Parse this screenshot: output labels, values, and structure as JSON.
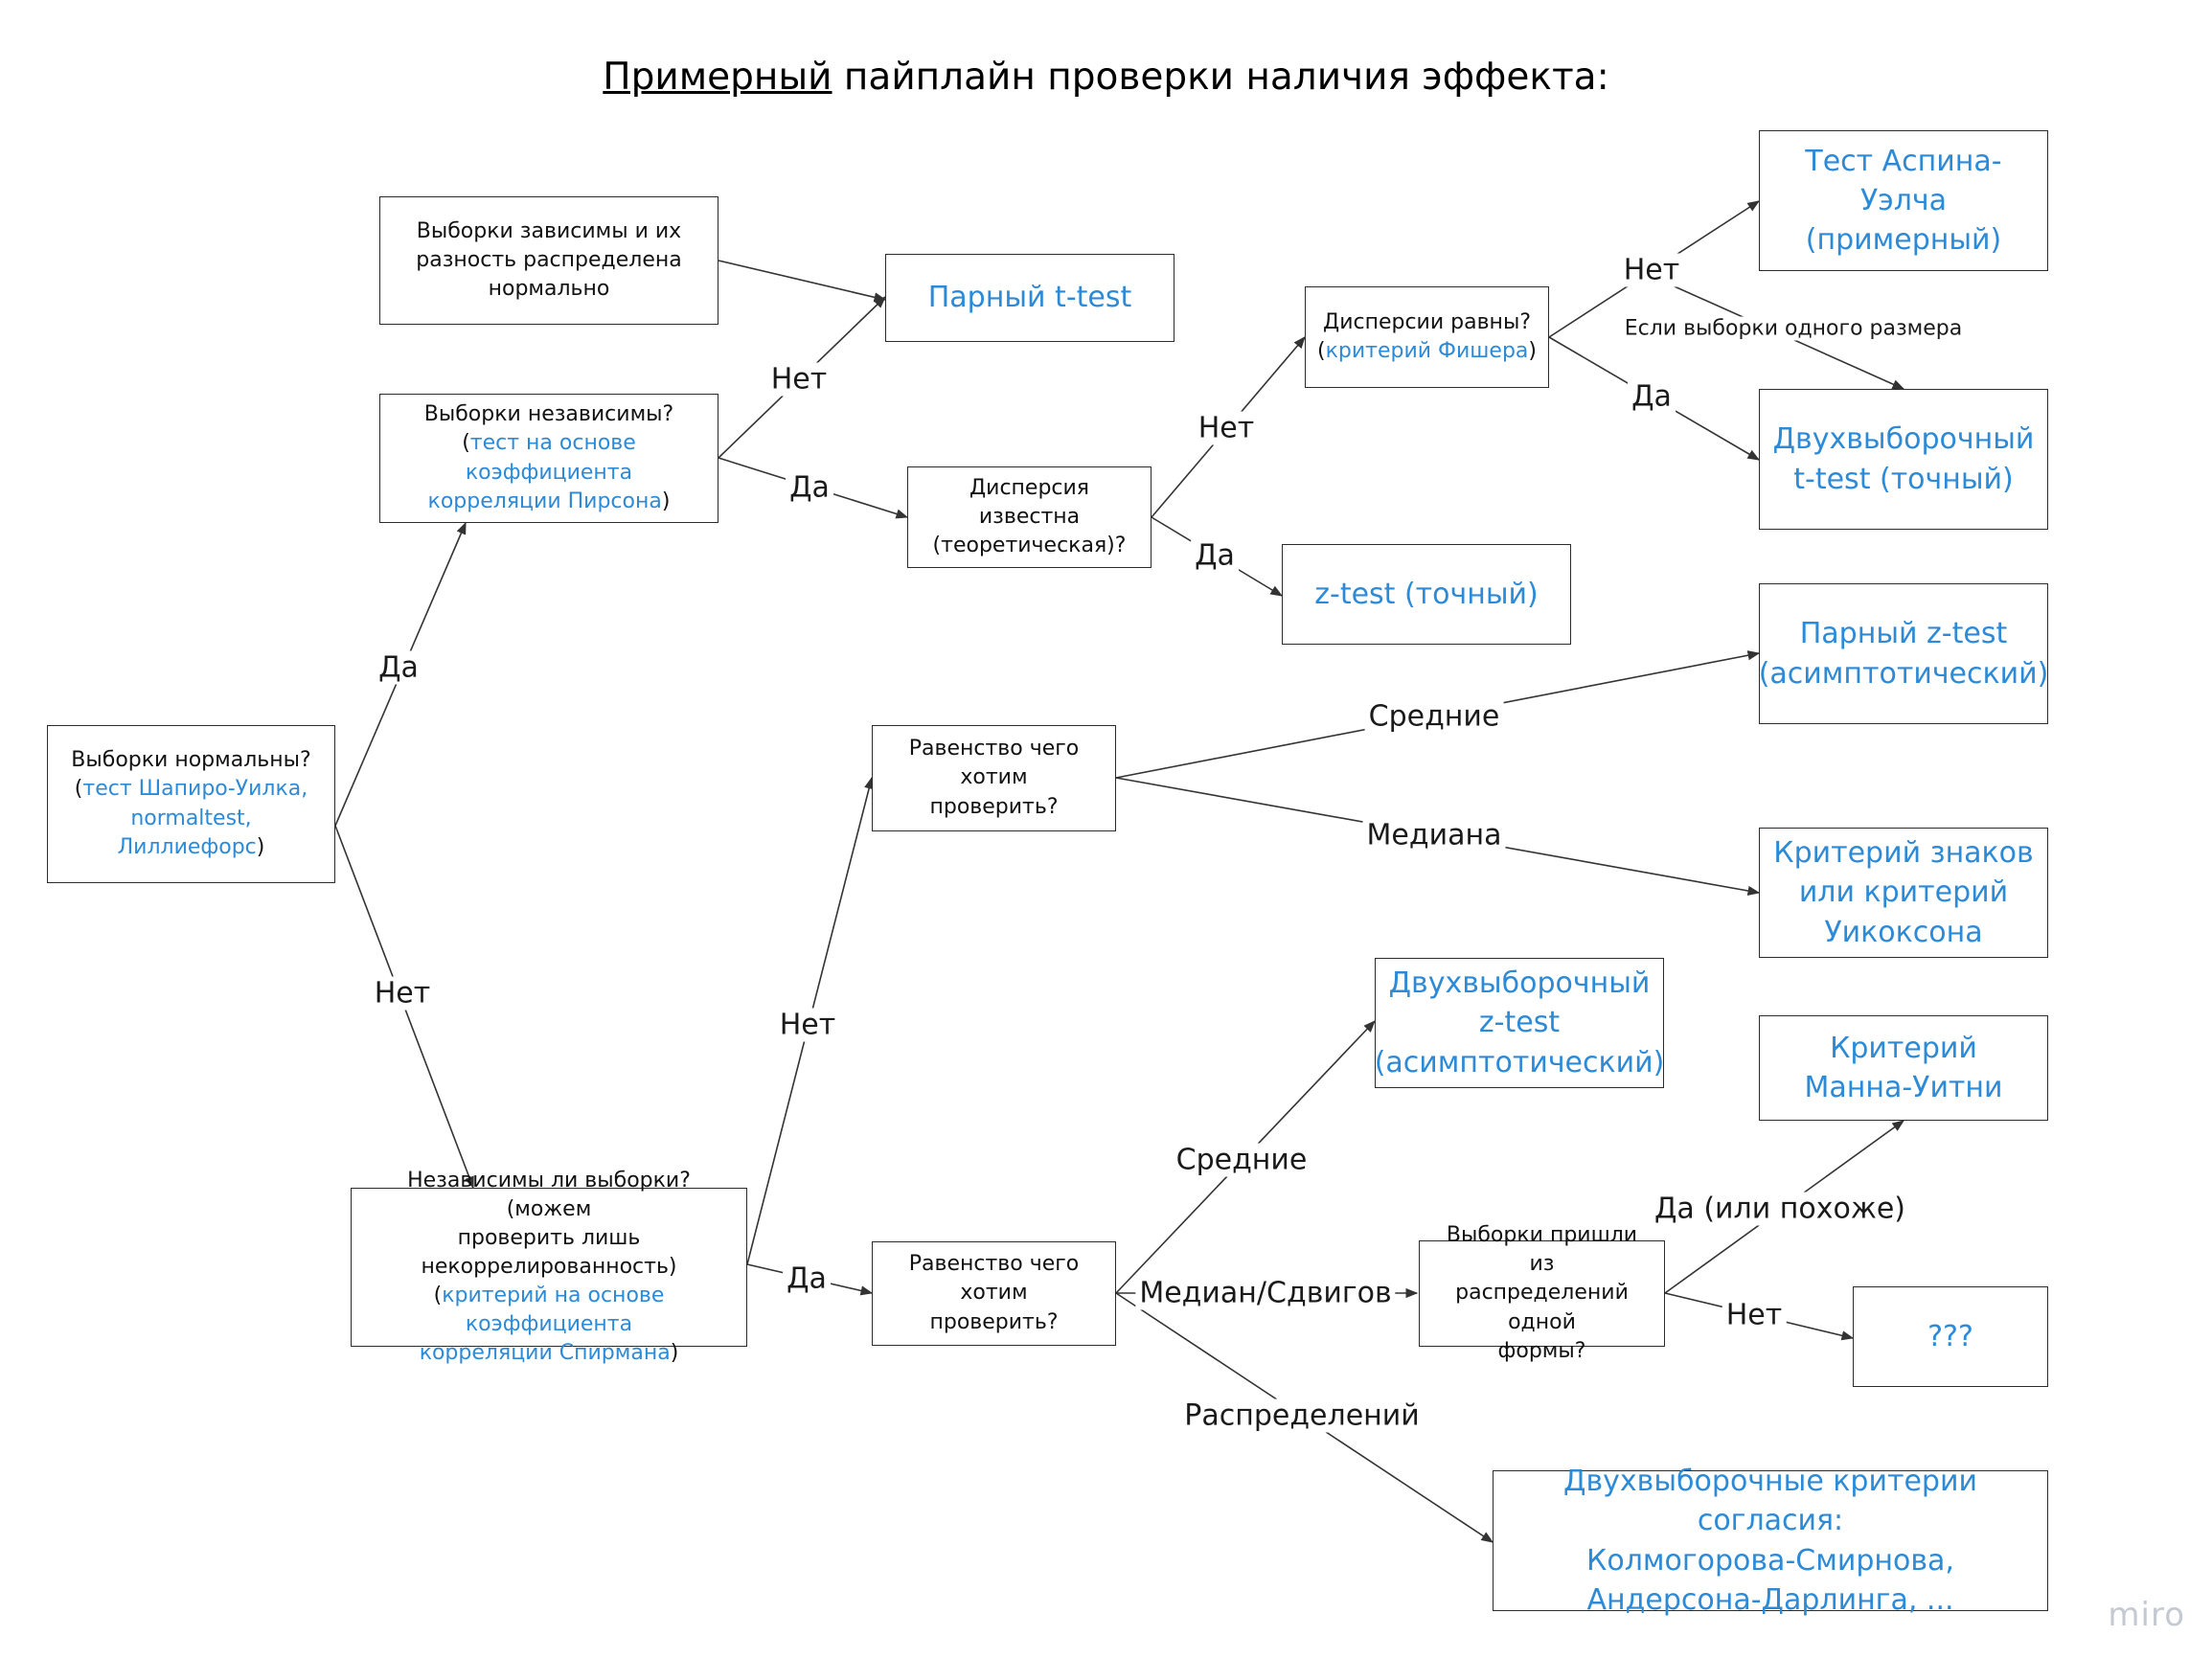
{
  "title": {
    "underlined": "Примерный",
    "rest": " пайплайн проверки наличия эффекта:"
  },
  "nodes": {
    "normal": {
      "text": "Выборки нормальны?",
      "open": "(",
      "link": "тест Шапиро-Уилка,\nnormaltest, Лиллиефорс",
      "close": ")"
    },
    "dependent_normal": {
      "text": "Выборки зависимы и их\nразность распределена\nнормально"
    },
    "independent": {
      "text": "Выборки независимы?",
      "open": "(",
      "link": "тест на основе коэффициента\nкорреляции Пирсона",
      "close": ")"
    },
    "paired_t": {
      "text": "Парный t-test"
    },
    "variance_known": {
      "text": "Дисперсия известна\n(теоретическая)?"
    },
    "variances_equal": {
      "text": "Дисперсии равны?",
      "open": "(",
      "link": "критерий Фишера",
      "close": ")"
    },
    "welch": {
      "text": "Тест Аспина-Уэлча\n(примерный)"
    },
    "two_sample_t": {
      "text": "Двухвыборочный\nt-test (точный)"
    },
    "z_test": {
      "text": "z-test (точный)"
    },
    "paired_z": {
      "text": "Парный z-test\n(асимптотический)"
    },
    "sign_wilcoxon": {
      "text": "Критерий знаков\nили критерий\nУикоксона"
    },
    "equality_paired": {
      "text": "Равенство чего хотим\nпроверить?"
    },
    "two_sample_z": {
      "text": "Двухвыборочный\nz-test\n(асимптотический)"
    },
    "mann_whitney": {
      "text": "Критерий\nМанна-Уитни"
    },
    "independent_nonnormal": {
      "text": "Независимы ли выборки? (можем\nпроверить лишь\nнекоррелированность)",
      "open": "(",
      "link": "критерий на основе коэффициента\nкорреляции Спирмана",
      "close": ")"
    },
    "equality_indep": {
      "text": "Равенство чего хотим\nпроверить?"
    },
    "same_shape": {
      "text": "Выборки пришли из\nраспределений одной\nформы?"
    },
    "unknown": {
      "text": "???"
    },
    "goodness_of_fit": {
      "text": "Двухвыборочные критерии согласия:\nКолмогорова-Смирнова,\nАндерсона-Дарлинга, ..."
    }
  },
  "edge_labels": {
    "normal_yes": "Да",
    "normal_no": "Нет",
    "indep_no": "Нет",
    "indep_yes": "Да",
    "varknown_no": "Нет",
    "varknown_yes": "Да",
    "vareq_no": "Нет",
    "vareq_yes": "Да",
    "same_size": "Если выборки одного размера",
    "paired_means": "Средние",
    "paired_median": "Медиана",
    "nonnormal_no": "Нет",
    "nonnormal_yes": "Да",
    "indep_means": "Средние",
    "indep_median": "Медиан/Сдвигов",
    "indep_dist": "Распределений",
    "shape_yes": "Да (или похоже)",
    "shape_no": "Нет"
  },
  "watermark": "miro",
  "colors": {
    "accent": "#2d8ad6",
    "border": "#2b2b2b",
    "edge": "#333333",
    "watermark": "#c4c9d2"
  }
}
